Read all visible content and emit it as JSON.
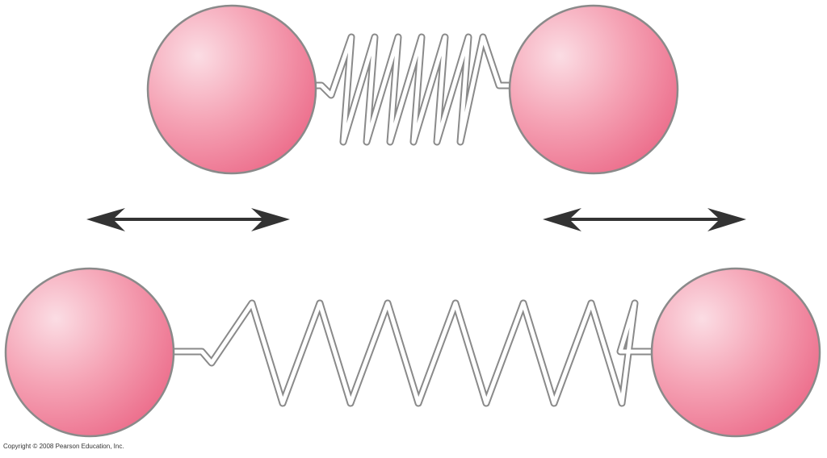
{
  "copyright": "Copyright © 2008 Pearson Education, Inc.",
  "colors": {
    "ball_light": "#fbdde4",
    "ball_mid": "#f5a3b5",
    "ball_dark": "#ec6d8b",
    "outline": "#8a8a8a",
    "arrow": "#333333"
  },
  "diagram": {
    "states": [
      {
        "name": "compressed",
        "spring_coils": 6
      },
      {
        "name": "stretched",
        "spring_coils": 6
      }
    ],
    "arrows": [
      "left-double-arrow",
      "right-double-arrow"
    ]
  }
}
